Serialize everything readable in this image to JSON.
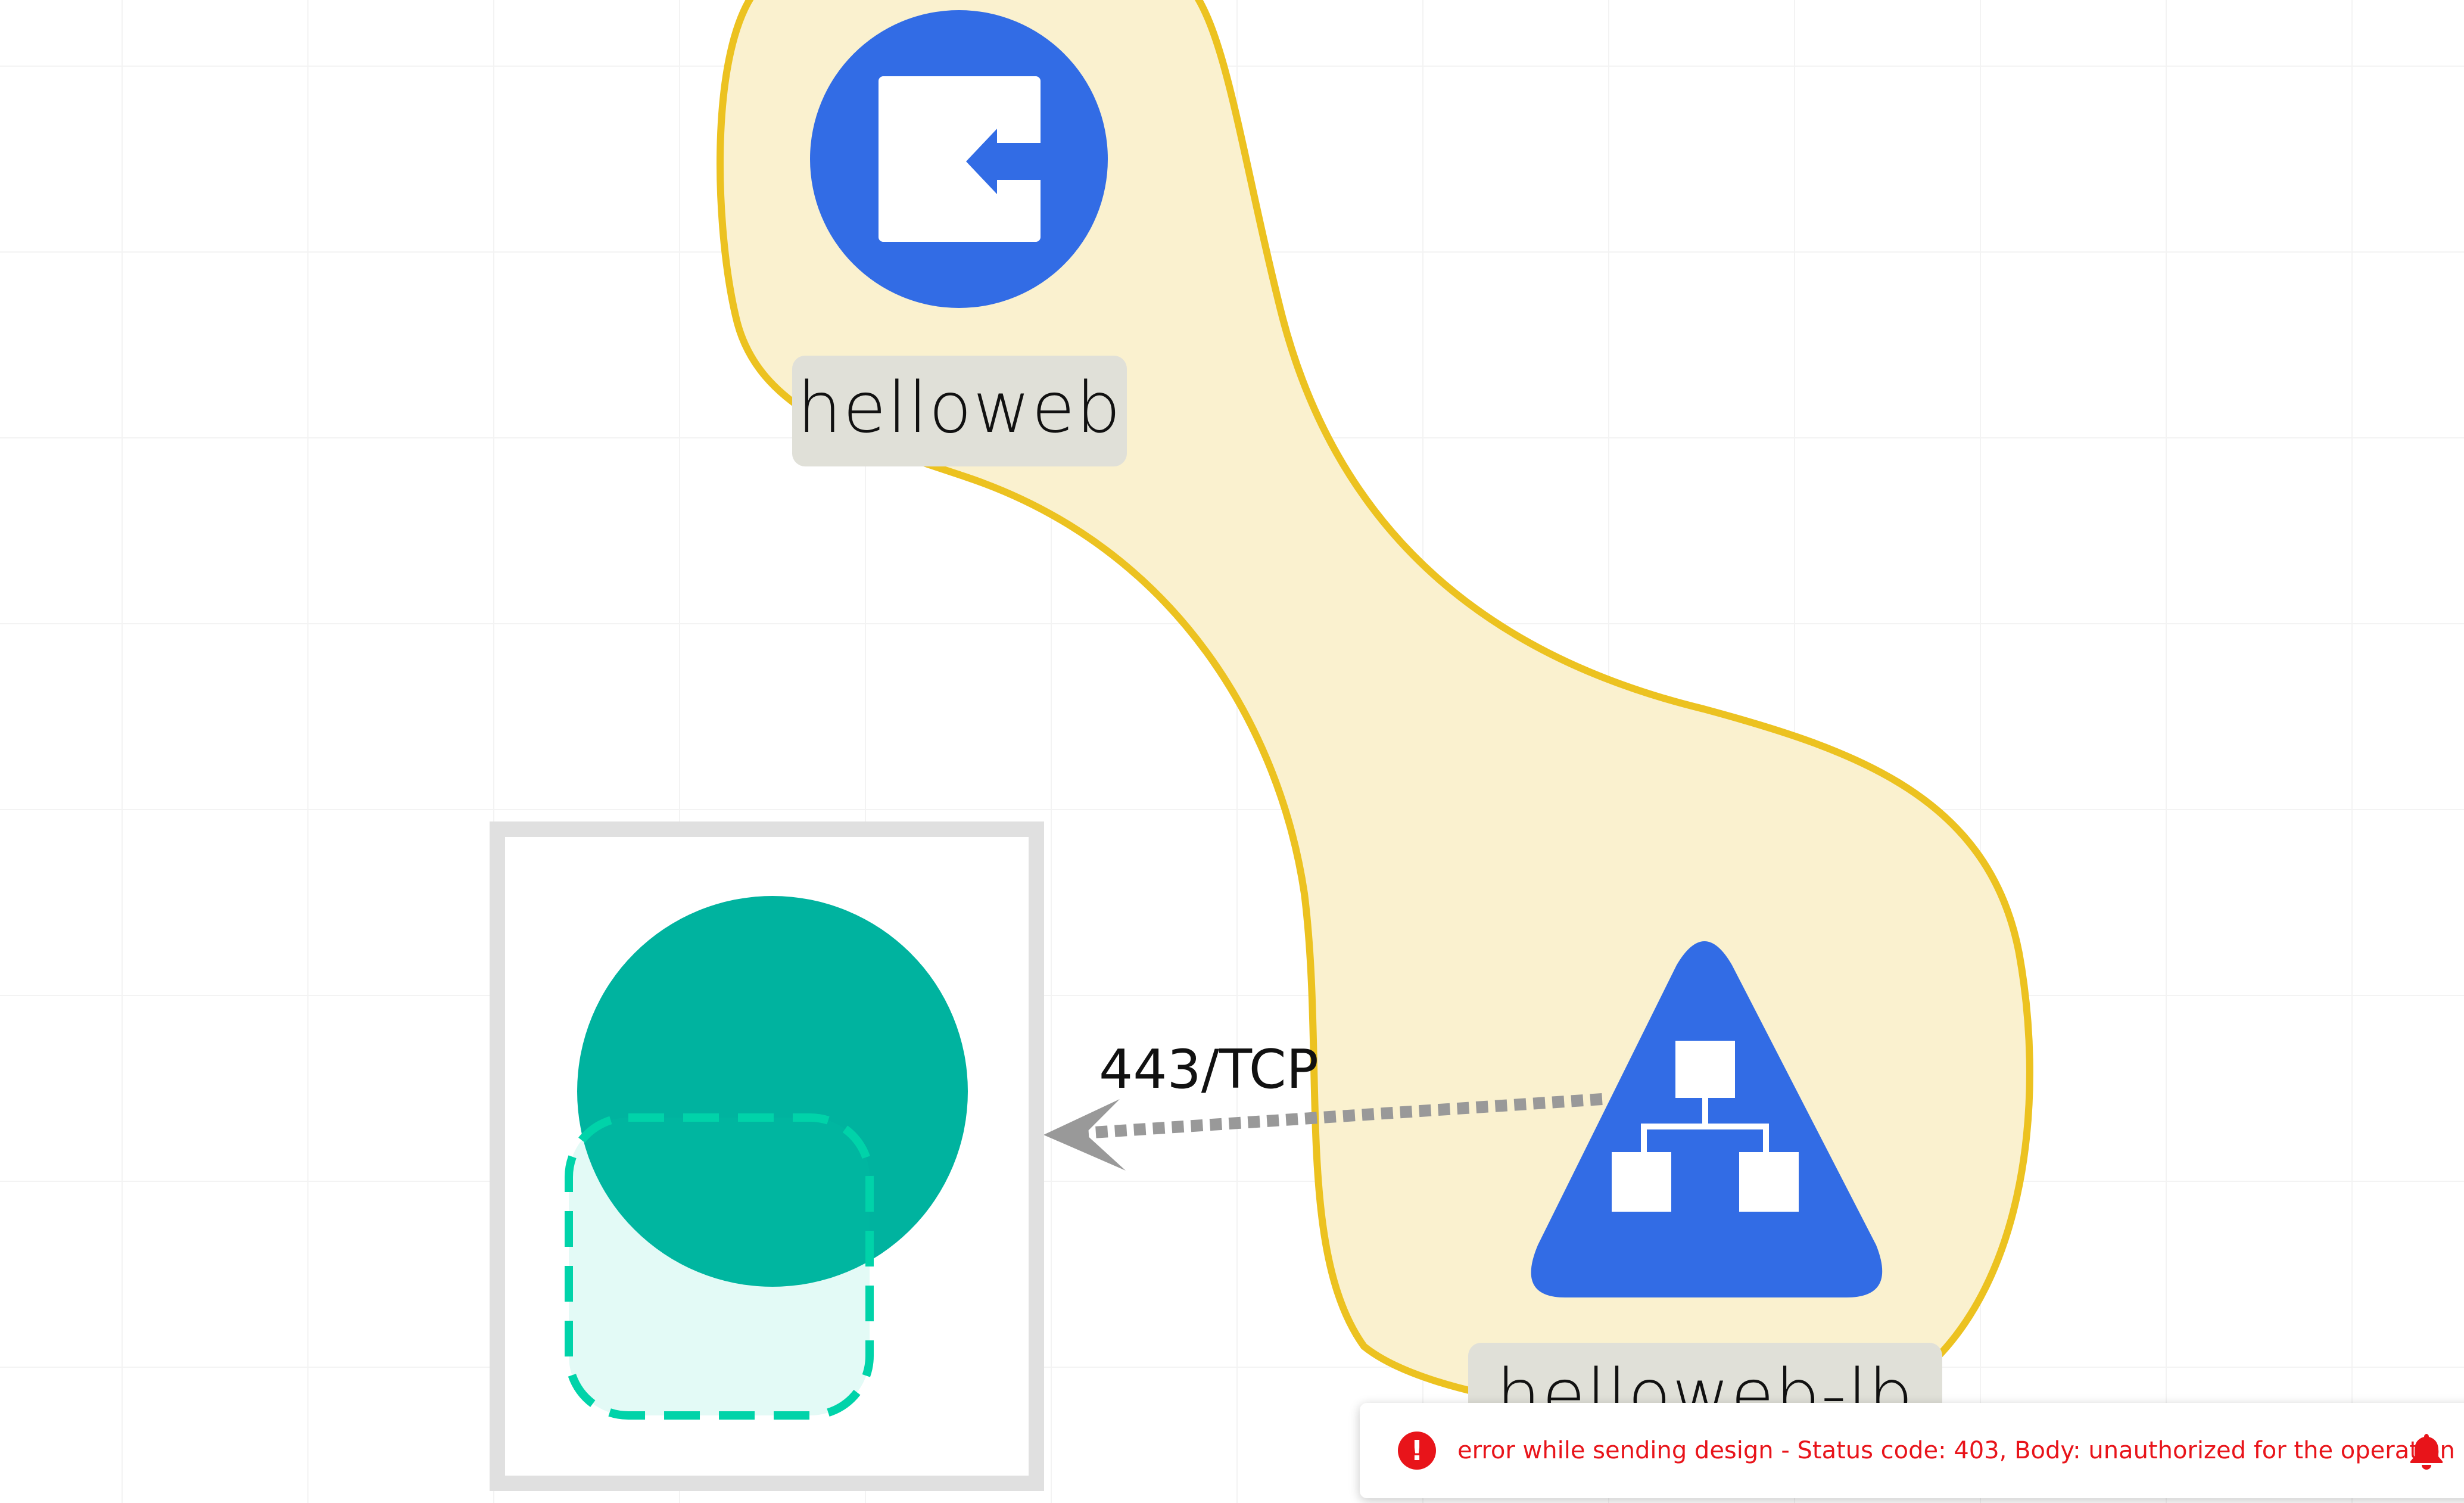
{
  "canvas": {
    "nodes": [
      {
        "id": "helloweb",
        "label": "helloweb",
        "icon": "ingress-icon",
        "color": "#326ce5"
      },
      {
        "id": "helloweb-lb",
        "label": "helloweb-lb",
        "icon": "load-balancer-icon",
        "color": "#326ce5"
      },
      {
        "id": "pending-node",
        "label": "",
        "icon": "teal-circle-icon",
        "color": "#00b39f"
      }
    ],
    "group": {
      "fill": "#faf1cf",
      "stroke": "#ecc220"
    },
    "edge": {
      "label": "443/TCP",
      "color": "#999999"
    }
  },
  "notification": {
    "icon": "error-icon",
    "icon_glyph": "!",
    "message": "error while sending design - Status code: 403, Body: unauthorized for the operation",
    "color": "#e8141a",
    "action_icon": "bell-icon"
  }
}
